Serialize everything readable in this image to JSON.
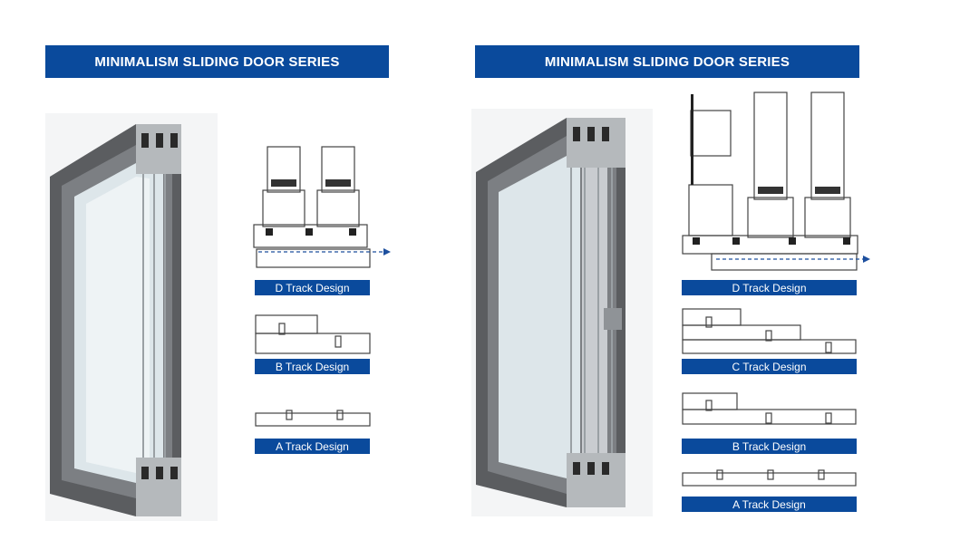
{
  "left_panel": {
    "title": "MINIMALISM SLIDING DOOR SERIES",
    "tracks": [
      {
        "label": "D Track Design"
      },
      {
        "label": "B Track Design"
      },
      {
        "label": "A Track Design"
      }
    ]
  },
  "right_panel": {
    "title": "MINIMALISM SLIDING DOOR SERIES",
    "tracks": [
      {
        "label": "D Track Design"
      },
      {
        "label": "C Track Design"
      },
      {
        "label": "B Track Design"
      },
      {
        "label": "A Track Design"
      }
    ]
  },
  "colors": {
    "banner": "#0a4a9c",
    "frame": "#5b5d60",
    "arrow": "#1d4f9e"
  }
}
